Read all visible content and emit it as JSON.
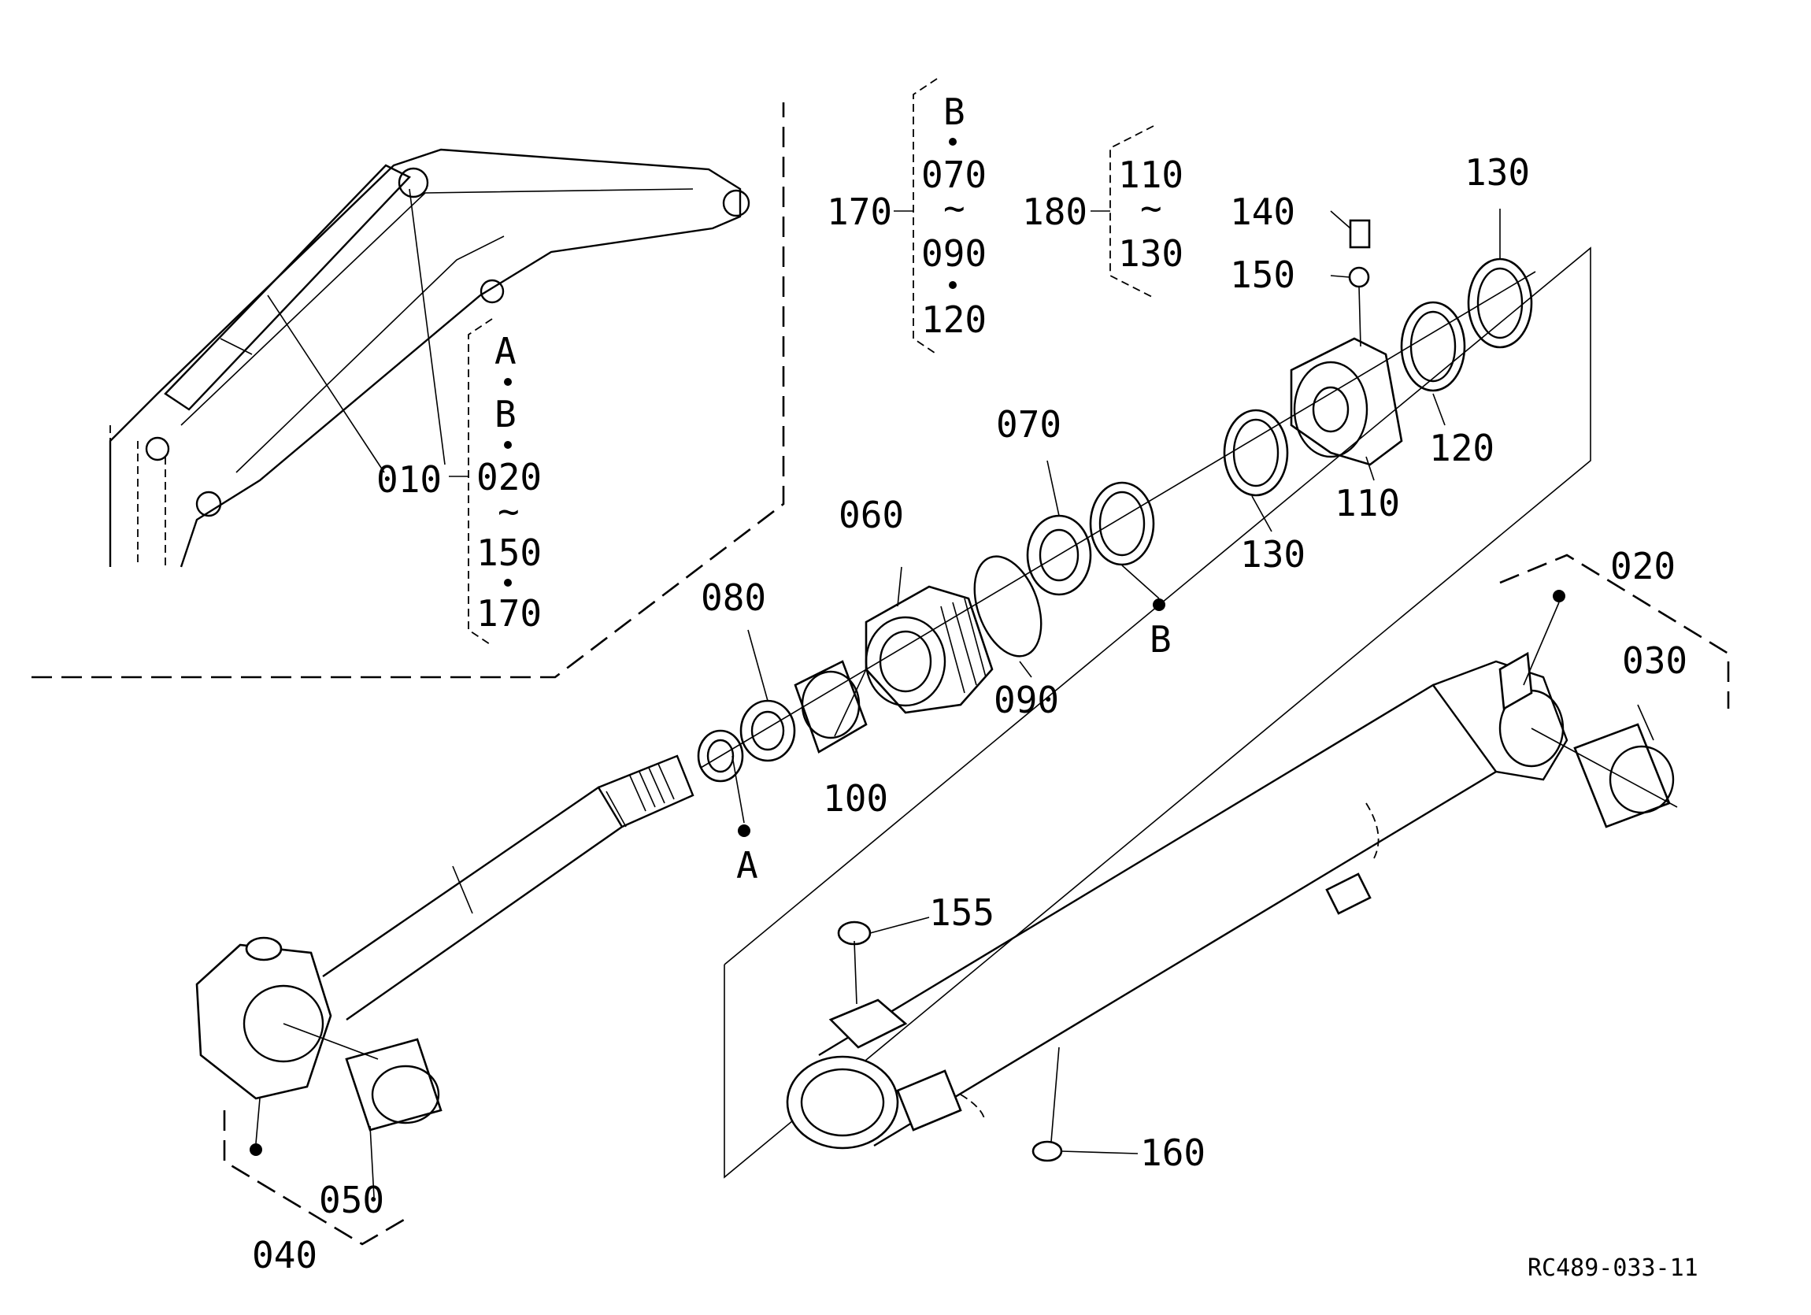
{
  "drawing_id": "RC489-033-11",
  "labels": {
    "p010": "010",
    "p020": "020",
    "p030": "030",
    "p040": "040",
    "p050": "050",
    "p060": "060",
    "p070": "070",
    "p080": "080",
    "p090": "090",
    "p100": "100",
    "p110": "110",
    "p120": "120",
    "p130a": "130",
    "p130b": "130",
    "p140": "140",
    "p150": "150",
    "p155": "155",
    "p160": "160",
    "p170": "170",
    "p180": "180",
    "markA": "A",
    "markB": "B"
  },
  "groups": {
    "g010": [
      "A",
      "B",
      "020",
      "~",
      "150",
      "170"
    ],
    "g170": [
      "B",
      "070",
      "~",
      "090",
      "120"
    ],
    "g180": [
      "110",
      "~",
      "130"
    ]
  }
}
